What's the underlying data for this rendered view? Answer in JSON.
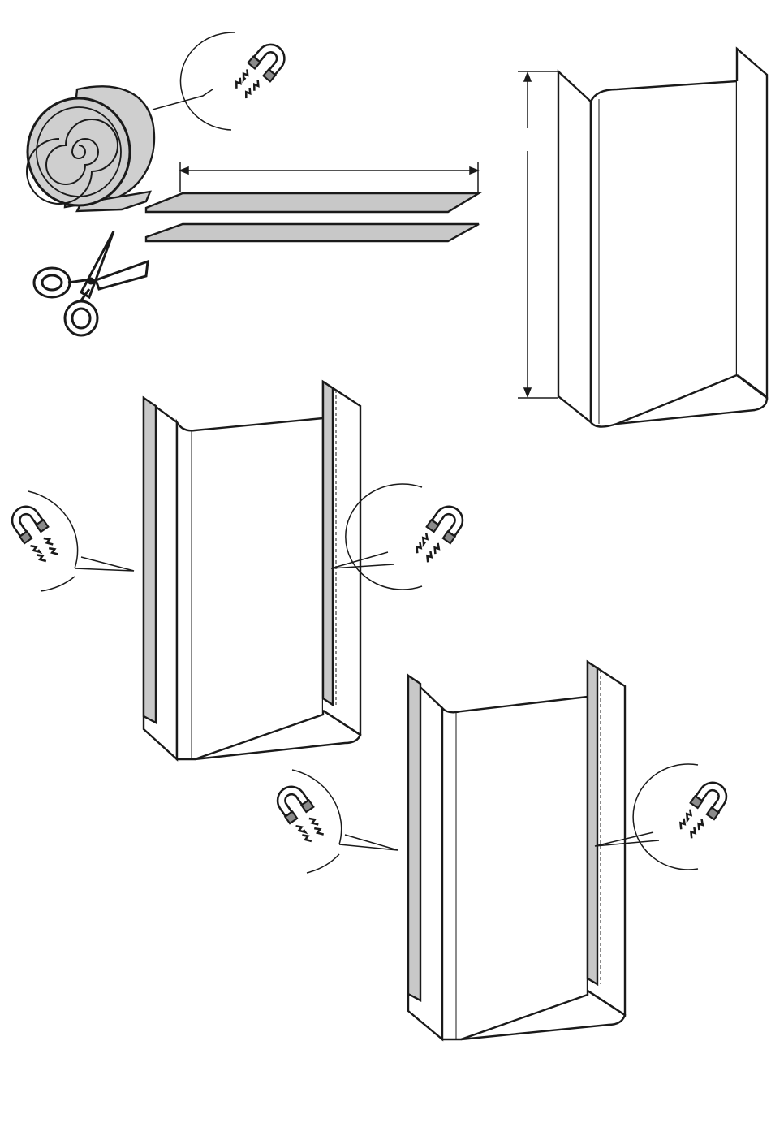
{
  "figure": {
    "kind": "assembly-instruction-illustration",
    "text_labels": [],
    "colors": {
      "line": "#1a1a1a",
      "strip_fill": "#c8c8c8",
      "magnet_pole_fill": "#8a8a8a",
      "paper": "#ffffff"
    },
    "steps": [
      {
        "id": "cut-strips",
        "icons": [
          "magnetic-tape-roll-icon",
          "scissors-icon",
          "magnet-icon",
          "dimension-arrow-icon"
        ],
        "strip_count": 2
      },
      {
        "id": "measure-panel",
        "icons": [
          "u-channel-panel-icon",
          "dimension-arrow-icon"
        ]
      },
      {
        "id": "attach-strips-outer-edges",
        "icons": [
          "u-channel-panel-icon",
          "magnet-icon",
          "magnet-icon"
        ]
      },
      {
        "id": "attach-strips-inner-edges",
        "icons": [
          "u-channel-panel-icon",
          "magnet-icon",
          "magnet-icon"
        ]
      }
    ]
  }
}
